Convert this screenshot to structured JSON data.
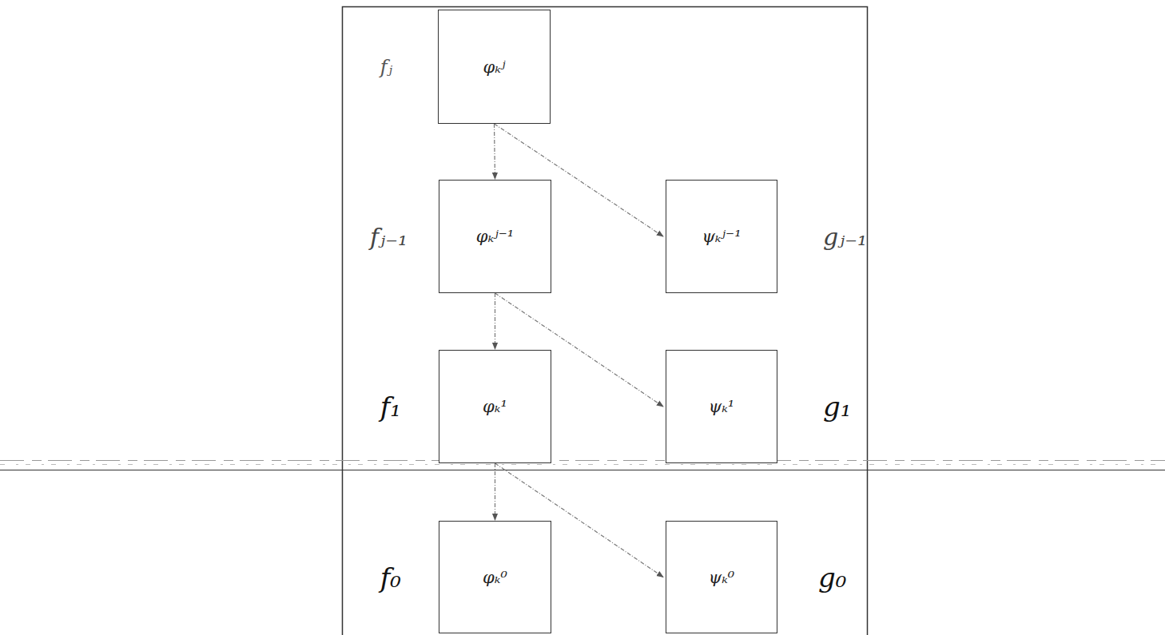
{
  "diagram": {
    "nodes": [
      {
        "text": [
          "fⱼ",
          "φₖʲ"
        ]
      },
      {
        "text": [
          "fⱼ₋₁",
          "φₖʲ⁻¹"
        ]
      },
      {
        "text": [
          "gⱼ₋₁",
          "ψₖʲ⁻¹"
        ]
      },
      {
        "text": [
          "f₁",
          "φₖ¹"
        ]
      },
      {
        "text": [
          "g₁",
          "ψₖ¹"
        ]
      },
      {
        "text": [
          "f₀",
          "φₖ⁰"
        ]
      },
      {
        "text": [
          "g₀",
          "ψₖ⁰"
        ]
      }
    ],
    "edges": [
      {
        "from": 0,
        "to": 1,
        "arrow": "to"
      },
      {
        "from": 0,
        "to": 2,
        "arrow": "to"
      },
      {
        "from": 1,
        "to": 3,
        "arrow": "to"
      },
      {
        "from": 1,
        "to": 4,
        "arrow": "to"
      },
      {
        "from": 3,
        "to": 5,
        "arrow": "to"
      },
      {
        "from": 3,
        "to": 6,
        "arrow": "to"
      }
    ]
  }
}
